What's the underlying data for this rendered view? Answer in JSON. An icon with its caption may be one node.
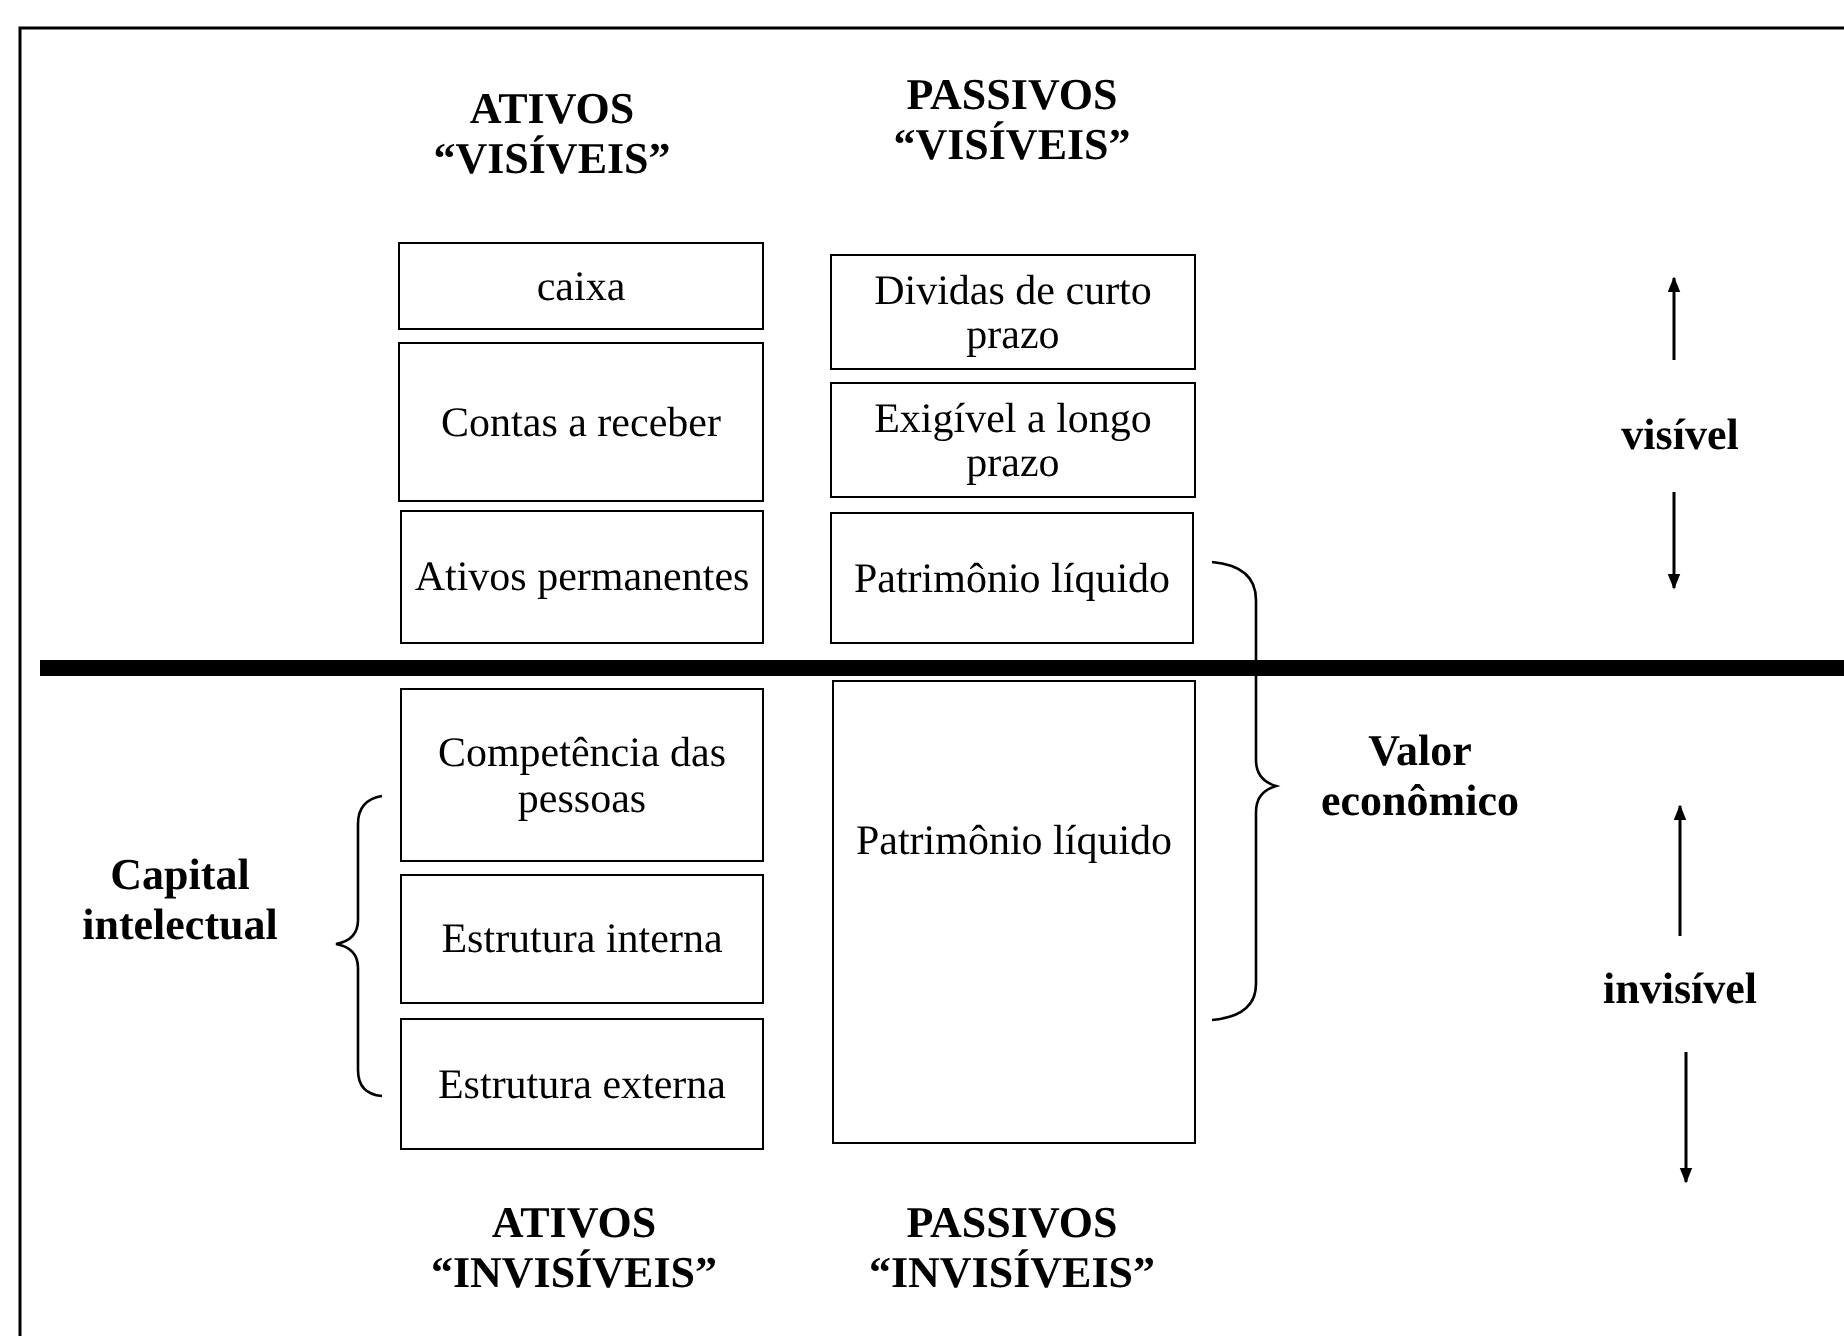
{
  "diagram": {
    "nodes": [
      {
        "text": [
          "caixa"
        ]
      },
      {
        "text": [
          "Dividas de curto prazo"
        ]
      },
      {
        "text": [
          "Contas a receber"
        ]
      },
      {
        "text": [
          "Exigível a longo prazo"
        ]
      },
      {
        "text": [
          "Ativos permanentes"
        ]
      },
      {
        "text": [
          "Patrimônio líquido"
        ]
      },
      {
        "text": [
          "Competência das pessoas"
        ]
      },
      {
        "text": [
          "Patrimônio líquido"
        ]
      },
      {
        "text": [
          "Estrutura interna"
        ]
      },
      {
        "text": [
          "Estrutura externa"
        ]
      }
    ],
    "labels": [
      "ATIVOS “VISÍVEIS”",
      "PASSIVOS “VISÍVEIS”",
      "visível",
      "Valor econômico",
      "Capital intelectual",
      "invisível",
      "ATIVOS “INVISÍVEIS”",
      "PASSIVOS “INVISÍVEIS”"
    ]
  }
}
